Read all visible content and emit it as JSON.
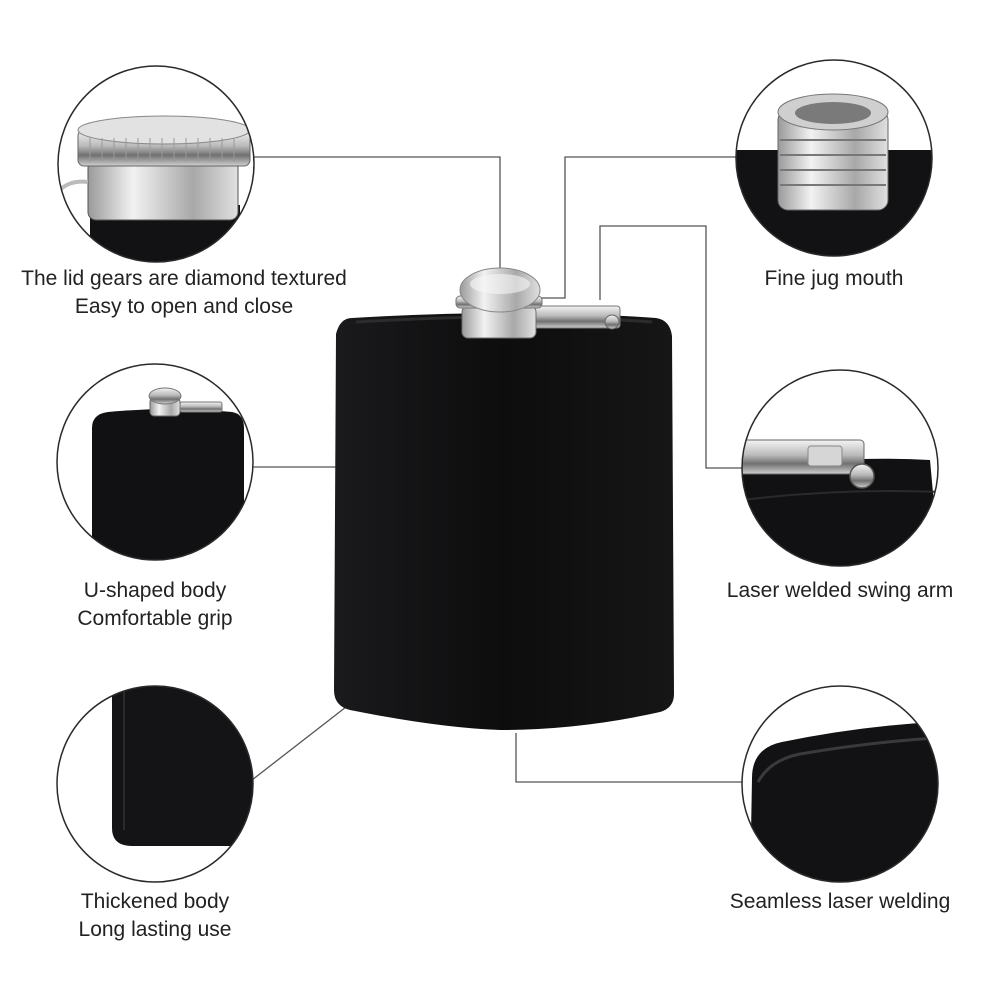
{
  "features": [
    {
      "id": "lid",
      "lines": [
        "The lid gears are diamond textured",
        "Easy to open and close"
      ]
    },
    {
      "id": "mouth",
      "lines": [
        "Fine jug mouth"
      ]
    },
    {
      "id": "body",
      "lines": [
        "U-shaped body",
        "Comfortable grip"
      ]
    },
    {
      "id": "arm",
      "lines": [
        "Laser welded swing arm"
      ]
    },
    {
      "id": "thick",
      "lines": [
        "Thickened body",
        "Long lasting use"
      ]
    },
    {
      "id": "weld",
      "lines": [
        "Seamless laser welding"
      ]
    }
  ],
  "colors": {
    "flask_body": "#0f0f10",
    "flask_edge": "#1e1e20",
    "metal_light": "#e6e6e6",
    "metal_dark": "#8a8a8a",
    "circle_outline": "#2a2a2a",
    "leader_line": "#555555",
    "caption_text": "#222222",
    "background": "#ffffff"
  }
}
